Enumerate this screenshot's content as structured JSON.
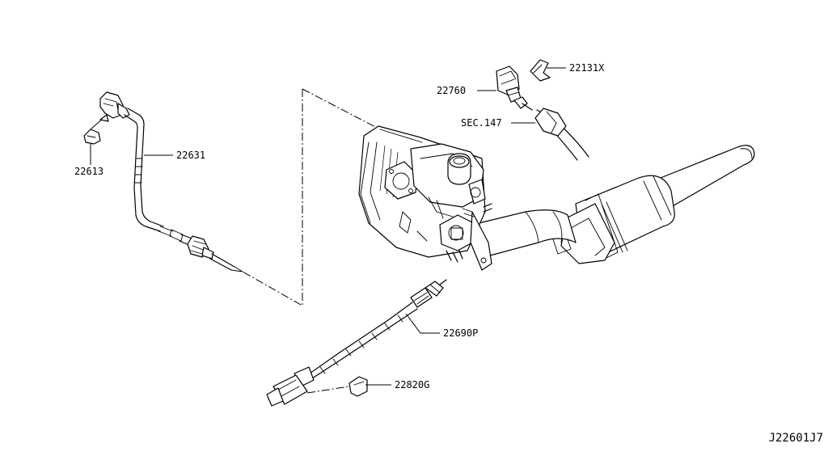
{
  "diagram": {
    "figure_code": "J22601J7",
    "callouts": {
      "p22631": "22631",
      "p22613": "22613",
      "p22760": "22760",
      "p22131x": "22131X",
      "sec147": "SEC.147",
      "p22690p": "22690P",
      "p22820g": "22820G"
    }
  }
}
